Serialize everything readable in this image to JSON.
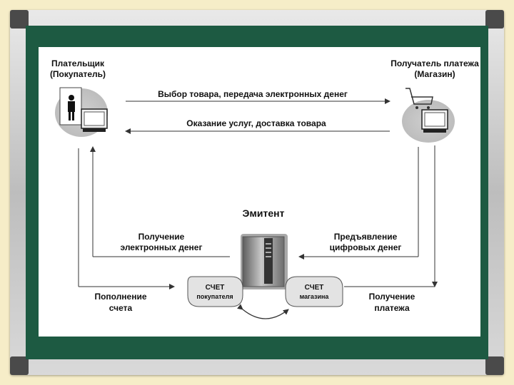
{
  "payer": {
    "line1": "Плательщик",
    "line2": "(Покупатель)"
  },
  "payee": {
    "line1": "Получатель платежа",
    "line2": "(Магазин)"
  },
  "flows": {
    "top_right": "Выбор товара, передача электронных денег",
    "top_left": "Оказание услуг, доставка товара",
    "receive_money": {
      "line1": "Получение",
      "line2": "электронных денег"
    },
    "present_money": {
      "line1": "Предъявление",
      "line2": "цифровых денег"
    },
    "topup": {
      "line1": "Пополнение",
      "line2": "счета"
    },
    "receive_payment": {
      "line1": "Получение",
      "line2": "платежа"
    }
  },
  "issuer": {
    "title": "Эмитент"
  },
  "accounts": {
    "buyer": {
      "line1": "СЧЕТ",
      "line2": "покупателя"
    },
    "shop": {
      "line1": "СЧЕТ",
      "line2": "магазина"
    }
  },
  "colors": {
    "board_green": "#1d5a42",
    "background": "#f6edc8",
    "frame": "#c9c9c9"
  }
}
